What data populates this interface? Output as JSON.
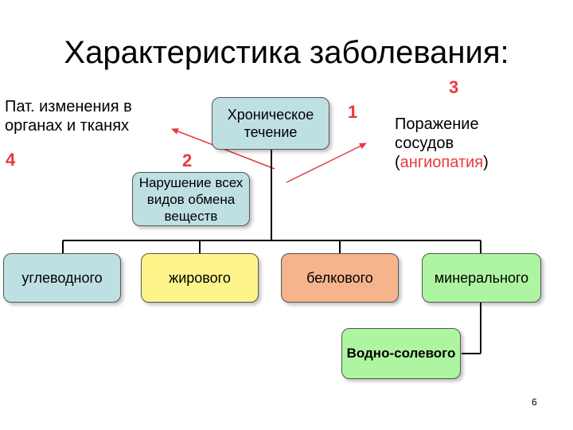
{
  "title": "Характеристика заболевания:",
  "left_text": {
    "line1": "Пат. изменения в",
    "line2": "органах и тканях"
  },
  "right_text": {
    "line1": "Поражение",
    "line2": "сосудов",
    "paren_open": "(",
    "highlight": "ангиопатия",
    "paren_close": ")"
  },
  "center_box": {
    "line1": "Хроническое",
    "line2": "течение"
  },
  "metabolism_box": {
    "line1": "Нарушение всех",
    "line2": "видов обмена",
    "line3": "веществ"
  },
  "numbers": {
    "n1": "1",
    "n2": "2",
    "n3": "3",
    "n4": "4"
  },
  "types": {
    "carb": "углеводного",
    "fat": "жирового",
    "protein": "белкового",
    "mineral": "минерального",
    "water_salt": "Водно-солевого"
  },
  "slide_number": "6",
  "colors": {
    "accent_red": "#e8383d",
    "blue": "#bfe0e3",
    "yellow": "#fef58a",
    "salmon": "#f6b48d",
    "green": "#aef5a2"
  }
}
